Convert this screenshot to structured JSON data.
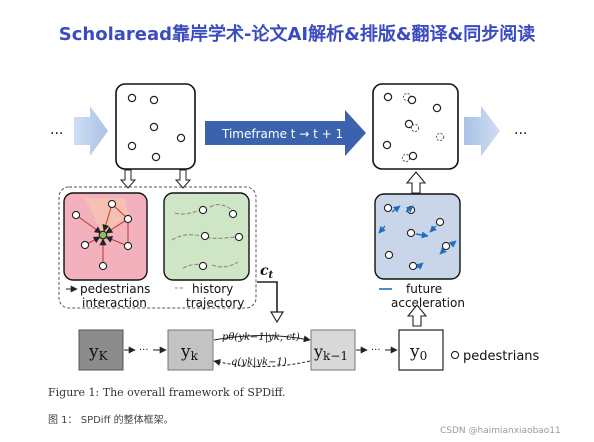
{
  "banner": {
    "text": "Scholaread靠岸学术-论文AI解析&排版&翻译&同步阅读",
    "color": "#3b4cc0"
  },
  "timeframe": {
    "label": "Timeframe t → t + 1",
    "color": "#3a62ad"
  },
  "ellipsis": "...",
  "panels": {
    "pedestrians_interaction": "pedestrians\ninteraction",
    "history_trajectory": "history\ntrajectory",
    "future_acceleration": "future\nacceleration"
  },
  "condition_label": "c_t",
  "chain": {
    "yK": "yK",
    "yk": "yk",
    "yk_minus_1": "yk−1",
    "y0": "y0",
    "dots": "···",
    "forward_label": "pθ(yk−1|yk, ct)",
    "reverse_label": "q(yk|yk−1)"
  },
  "legend": {
    "pedestrians": "pedestrians"
  },
  "caption_en": "Figure 1: The overall framework of SPDiff.",
  "caption_zh": "图 1： SPDiff 的整体框架。",
  "watermark": "CSDN @haimianxiaobao11",
  "colors": {
    "interaction_panel": "#f3b0bd",
    "history_panel": "#cfe6c6",
    "future_panel": "#c9d6ea",
    "arrow_fill": "#a9c2e6",
    "yK_box": "#8c8c8c",
    "yk_box": "#c3c3c3",
    "yk1_box": "#d8d8d8"
  }
}
